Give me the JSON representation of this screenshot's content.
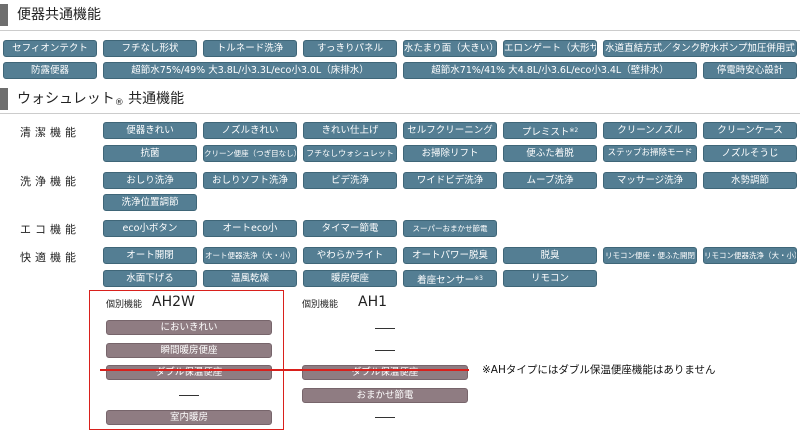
{
  "common": {
    "title": "便器共通機能",
    "row1": [
      "セフィオンテクト",
      "フチなし形状",
      "トルネード洗浄",
      "すっきりパネル",
      "水たまり面（大きい）",
      "エロンゲート（大形サイズ）",
      "水道直結方式／タンク貯水ポンプ加圧併用式"
    ],
    "row2": [
      "防露便器",
      "超節水75%/49% 大3.8L/小3.3L/eco小3.0L（床排水）",
      "超節水71%/41% 大4.8L/小3.6L/eco小3.4L（壁排水）",
      "停電時安心設計"
    ]
  },
  "washlet": {
    "title": "ウォシュレット",
    "reg": "®",
    "title_suffix": " 共通機能",
    "categories": [
      {
        "label": "清潔機能",
        "items": [
          "便器きれい",
          "ノズルきれい",
          "きれい仕上げ",
          "セルフクリーニング",
          "プレミスト",
          "クリーンノズル",
          "クリーンケース",
          "抗菌",
          "クリーン便座（つぎ目なし）",
          "フチなしウォシュレット",
          "お掃除リフト",
          "便ふた着脱",
          "ステップお掃除モード",
          "ノズルそうじ"
        ]
      },
      {
        "label": "洗浄機能",
        "items": [
          "おしり洗浄",
          "おしりソフト洗浄",
          "ビデ洗浄",
          "ワイドビデ洗浄",
          "ムーブ洗浄",
          "マッサージ洗浄",
          "水勢調節",
          "洗浄位置調節"
        ]
      },
      {
        "label": "エコ機能",
        "items": [
          "eco小ボタン",
          "オートeco小",
          "タイマー節電",
          "スーパーおまかせ節電"
        ]
      },
      {
        "label": "快適機能",
        "items": [
          "オート開閉",
          "オート便器洗浄（大・小）",
          "やわらかライト",
          "オートパワー脱臭",
          "脱臭",
          "リモコン便座・便ふた開閉",
          "リモコン便器洗浄（大・小）",
          "水面下げる",
          "温風乾燥",
          "暖房便座",
          "着座センサー",
          "リモコン"
        ]
      }
    ],
    "notes": {
      "premist": "※2",
      "sensor": "※3"
    }
  },
  "individual": {
    "head_label": "個別機能",
    "ah2w": {
      "model": "AH2W",
      "items": [
        "においきれい",
        "瞬間暖房便座",
        "ダブル保温便座",
        "—",
        "室内暖房"
      ]
    },
    "ah1": {
      "model": "AH1",
      "items": [
        "—",
        "—",
        "ダブル保温便座",
        "おまかせ節電",
        "—"
      ]
    },
    "note": "※AHタイプにはダブル保温便座機能はありません"
  },
  "colors": {
    "badge": "#547e93",
    "individual_badge": "#8f7c82",
    "highlight": "#d9201c"
  }
}
